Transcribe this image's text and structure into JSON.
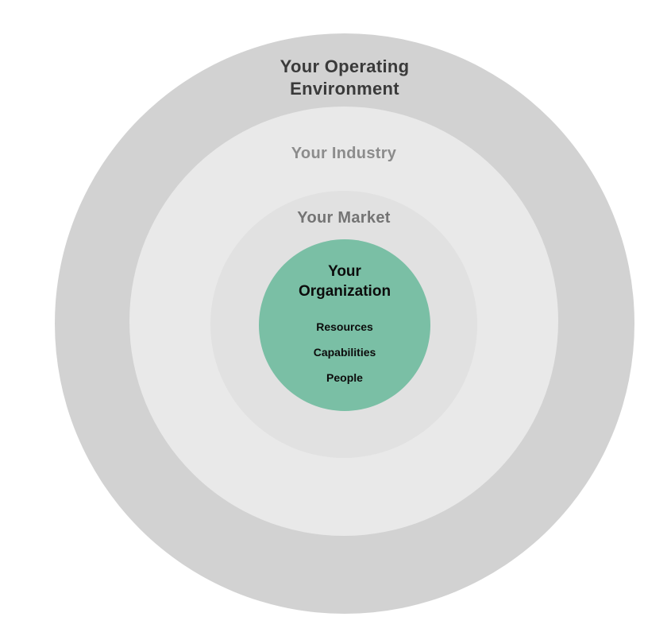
{
  "diagram": {
    "title": "Business environment concentric layers",
    "rings": [
      {
        "id": "operating-environment",
        "label": "Your Operating\nEnvironment",
        "fill_color": "#d2d2d2",
        "text_color": "#3a3a3a"
      },
      {
        "id": "industry",
        "label": "Your Industry",
        "fill_color": "#e9e9e9",
        "text_color": "#8c8c8c"
      },
      {
        "id": "market",
        "label": "Your Market",
        "fill_color": "#e1e1e1",
        "text_color": "#747474"
      },
      {
        "id": "organization",
        "label": "Your\nOrganization",
        "fill_color": "#7abfa5",
        "text_color": "#0c0c0c",
        "items": [
          "Resources",
          "Capabilities",
          "People"
        ]
      }
    ],
    "background_color": "#ffffff"
  }
}
